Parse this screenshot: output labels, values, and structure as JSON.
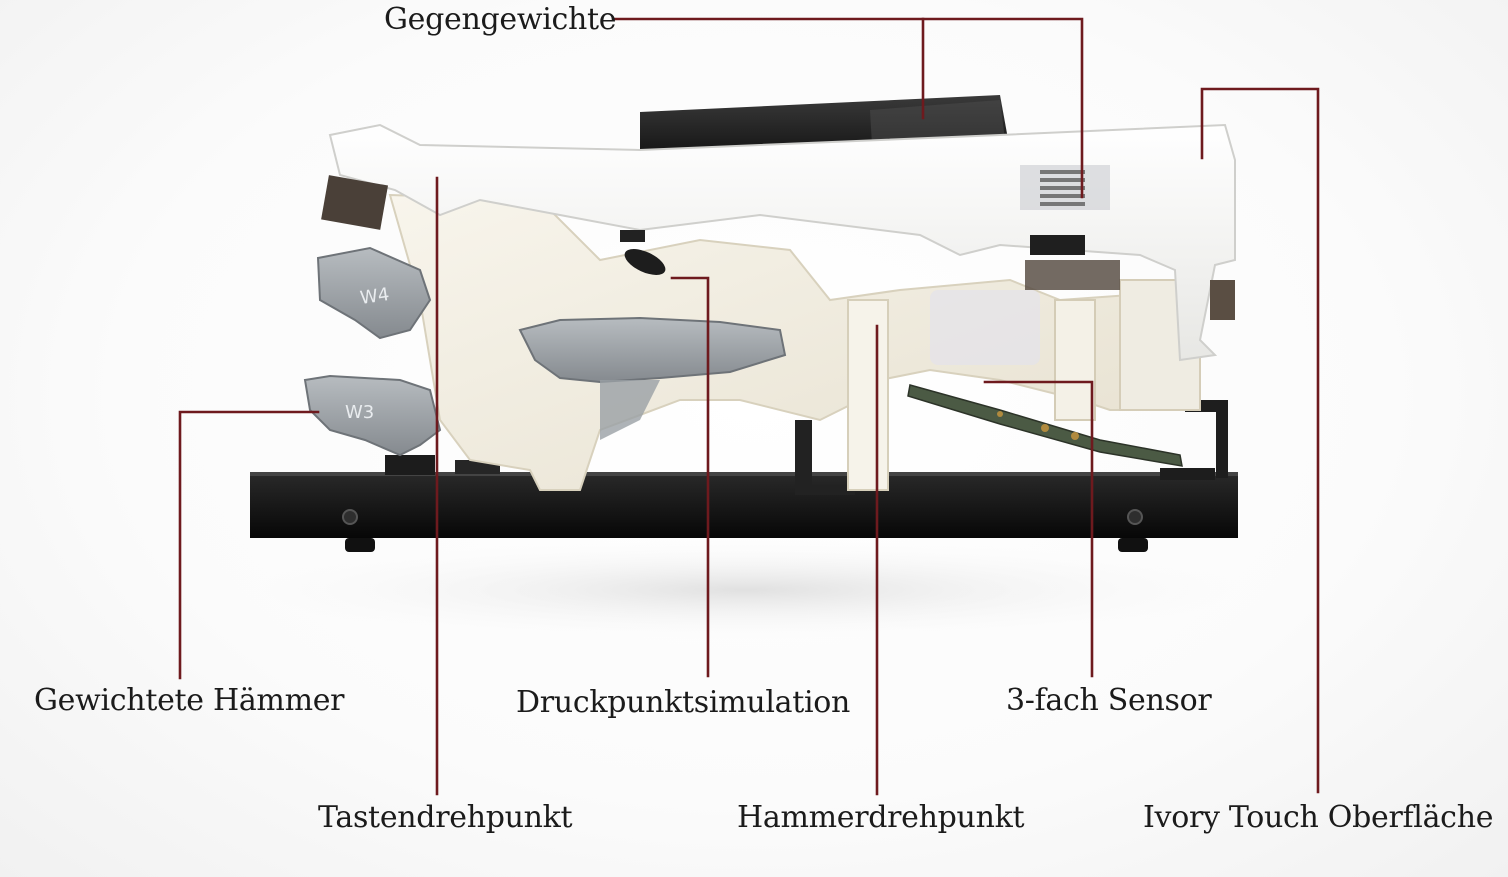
{
  "labels": {
    "counterweights": "Gegengewichte",
    "weighted_hammers": "Gewichtete Hämmer",
    "let_off_simulation": "Druckpunktsimulation",
    "triple_sensor": "3-fach Sensor",
    "key_pivot": "Tastendrehpunkt",
    "hammer_pivot": "Hammerdrehpunkt",
    "ivory_touch_surface": "Ivory Touch Oberfläche"
  },
  "weight_markings": {
    "upper": "W4",
    "lower": "W3"
  },
  "colors": {
    "leader_line": "#6e1a1e",
    "base_plate": "#171717",
    "action_body": "#f2eee3",
    "key_white": "#f7f7f5",
    "hammer_weight": "#9ea3a7",
    "felt": "#4a4038"
  }
}
